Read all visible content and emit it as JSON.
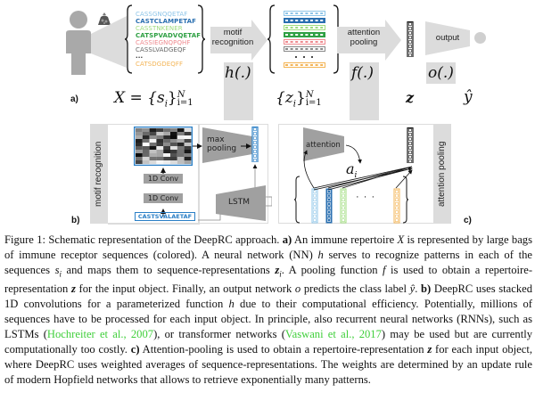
{
  "figure": {
    "panel_a": {
      "letter": "a)",
      "sequences": [
        {
          "text": "CASSGNQQETAF",
          "color": "#8ec5e8",
          "bold": false
        },
        {
          "text": "CASTCLAMPETAF",
          "color": "#2a6fb0",
          "bold": true
        },
        {
          "text": "CASSTNKENER",
          "color": "#9fdc7e",
          "bold": false
        },
        {
          "text": "CATSPVADVQETAF",
          "color": "#2ea043",
          "bold": true
        },
        {
          "text": "CASSIEGNQPQHF",
          "color": "#ef8a8f",
          "bold": false
        },
        {
          "text": "CASSLVADGEQF",
          "color": "#666666",
          "bold": false
        },
        {
          "text": "...",
          "color": "#333333",
          "bold": true
        },
        {
          "text": "CATSDGDEQFF",
          "color": "#f3b455",
          "bold": false
        }
      ],
      "arrow_motif_label_1": "motif",
      "arrow_motif_label_2": "recognition",
      "h_func": "h(.)",
      "arrow_attention_label_1": "attention",
      "arrow_attention_label_2": "pooling",
      "f_func": "f(.)",
      "output_label": "output",
      "o_func": "o(.)",
      "x_expr": "X = {s",
      "x_sub": "i",
      "x_close": "}",
      "x_sup": "N",
      "x_lower": "i=1",
      "z_set": "{z",
      "z_sub": "i",
      "z_close": "}",
      "z_sup": "N",
      "z_lower": "i=1",
      "z_label": "z",
      "y_hat": "ŷ",
      "dots": "· · ·",
      "rep_colors": [
        "#8ec5e8",
        "#2a6fb0",
        "#9fdc7e",
        "#2ea043",
        "#ef8a8f",
        "#888888",
        "#f3b455"
      ]
    },
    "panel_b": {
      "letter": "b)",
      "side_label": "motif recognition",
      "max_pooling_1": "max",
      "max_pooling_2": "pooling",
      "conv1": "1D Conv",
      "conv2": "1D Conv",
      "lstm": "LSTM",
      "input_seq": "CASTSVALAETAF",
      "accent": "#2a7fc6"
    },
    "panel_c": {
      "letter": "c)",
      "side_label": "attention pooling",
      "attention": "attention",
      "a_i": "a",
      "a_sub": "i",
      "dots": "· · ·",
      "vec_colors": [
        "#8ec5e8",
        "#2a6fb0",
        "#9fdc7e",
        "#f3b455"
      ]
    }
  },
  "caption": {
    "lead": "Figure 1:  Schematic representation of the DeepRC approach.  ",
    "a_label": "a)",
    "t1": " An immune repertoire ",
    "X": "X",
    "t2": " is represented by large bags of immune receptor sequences (colored). A neural network (NN) ",
    "h1": "h",
    "t3": " serves to recognize patterns in each of the sequences ",
    "si": "s",
    "si_sub": "i",
    "t4": " and maps them to sequence-representations ",
    "zi": "z",
    "zi_sub": "i",
    "t5": ". A pooling function ",
    "f": "f",
    "t6": " is used to obtain a repertoire-representation ",
    "z1": "z",
    "t7": " for the input object.  Finally, an output network ",
    "o": "o",
    "t8": " predicts the class label ",
    "yhat": "ŷ",
    "t9": ".  ",
    "b_label": "b)",
    "t10": " DeepRC uses stacked 1D convolutions for a parameterized function ",
    "h2": "h",
    "t11": " due to their computational efficiency. Potentially, millions of sequences have to be processed for each input object. In principle, also recurrent neural networks (RNNs), such as LSTMs (",
    "cite1": "Hochreiter et al., 2007",
    "t12": "), or transformer networks (",
    "cite2": "Vaswani et al., 2017",
    "t13": ") may be used but are currently computationally too costly. ",
    "c_label": "c)",
    "t14": " Attention-pooling is used to obtain a repertoire-representation ",
    "z2": "z",
    "t15": " for each input object, where DeepRC uses weighted averages of sequence-representations. The weights are determined by an update rule of modern Hopfield networks that allows to retrieve exponentially many patterns."
  }
}
